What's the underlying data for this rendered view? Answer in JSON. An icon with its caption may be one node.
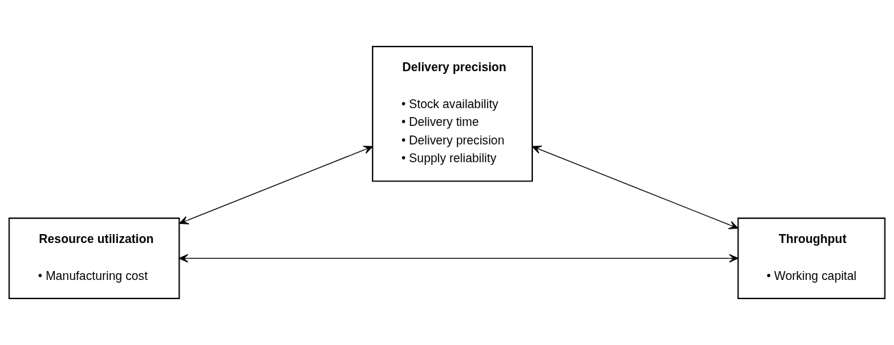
{
  "diagram": {
    "nodes": [
      {
        "text": [
          "Delivery precision",
          "• Stock availability",
          "• Delivery time",
          "• Delivery precision",
          "• Supply reliability"
        ]
      },
      {
        "text": [
          "Resource utilization",
          "• Manufacturing cost"
        ]
      },
      {
        "text": [
          "Throughput",
          "• Working capital"
        ]
      }
    ],
    "edges": [
      {
        "from": 1,
        "to": 0,
        "arrow": "both"
      },
      {
        "from": 0,
        "to": 2,
        "arrow": "both"
      },
      {
        "from": 1,
        "to": 2,
        "arrow": "both"
      }
    ]
  }
}
